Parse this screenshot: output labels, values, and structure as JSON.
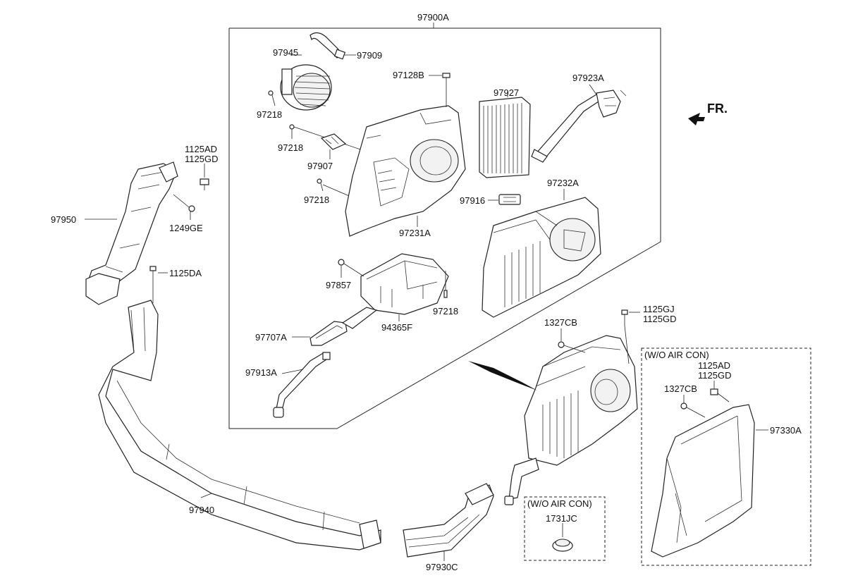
{
  "diagram": {
    "assembly_label": "97900A",
    "orientation_label": "FR.",
    "part_labels": {
      "p97945": "97945",
      "p97909": "97909",
      "p97128B": "97128B",
      "p97927": "97927",
      "p97923A": "97923A",
      "p97218_a": "97218",
      "p97218_b": "97218",
      "p97907": "97907",
      "p97218_c": "97218",
      "p97232A": "97232A",
      "p97916": "97916",
      "p97231A": "97231A",
      "p97857": "97857",
      "p97218_d": "97218",
      "p94365F": "94365F",
      "p97707A": "97707A",
      "p97913A": "97913A",
      "p1125AD_a": "1125AD",
      "p1125GD_a": "1125GD",
      "p97950": "97950",
      "p1249GE": "1249GE",
      "p1125DA": "1125DA",
      "p1125GJ": "1125GJ",
      "p1125GD_b": "1125GD",
      "p1327CB_a": "1327CB",
      "p97940": "97940",
      "p97930C": "97930C",
      "p1731JC": "1731JC",
      "p1125AD_b": "1125AD",
      "p1125GD_c": "1125GD",
      "p1327CB_b": "1327CB",
      "p97330A": "97330A"
    },
    "box_wo_aircon_small": {
      "title": "(W/O AIR CON)"
    },
    "box_wo_aircon_large": {
      "title": "(W/O AIR CON)"
    }
  }
}
